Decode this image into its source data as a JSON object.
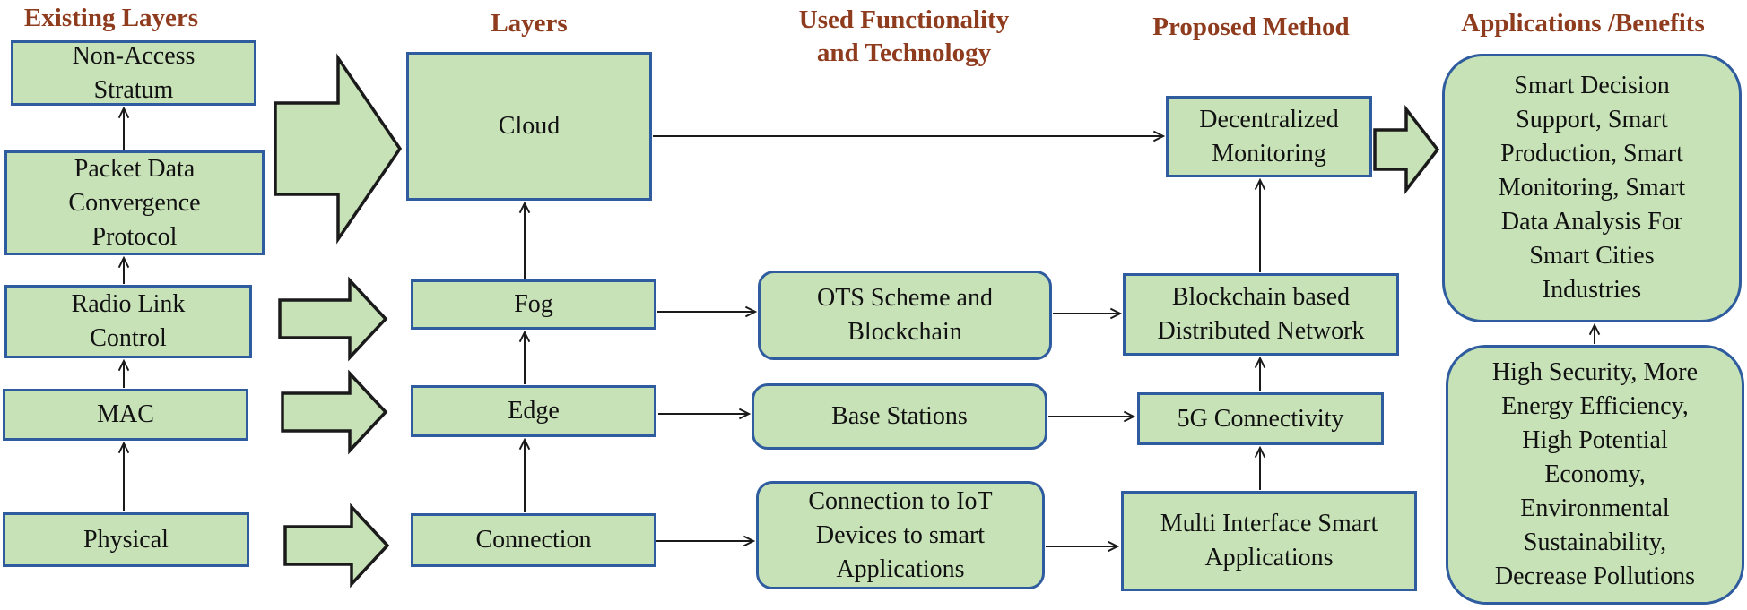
{
  "headers": {
    "existing": "Existing Layers",
    "layers": "Layers",
    "functionality": "Used Functionality\nand Technology",
    "proposed": "Proposed Method",
    "applications": "Applications /Benefits"
  },
  "boxes": {
    "nas": "Non-Access\nStratum",
    "pdcp": "Packet Data\nConvergence\nProtocol",
    "rlc": "Radio Link\nControl",
    "mac": "MAC",
    "physical": "Physical",
    "cloud": "Cloud",
    "fog": "Fog",
    "edge": "Edge",
    "connection": "Connection",
    "ots": "OTS Scheme and\nBlockchain",
    "base_stations": "Base Stations",
    "iot": "Connection to IoT\nDevices to smart\nApplications",
    "decentralized": "Decentralized\nMonitoring",
    "blockchain_network": "Blockchain based\nDistributed Network",
    "five_g": "5G Connectivity",
    "multi_interface": "Multi Interface Smart\nApplications",
    "apps_benefits_top": "Smart Decision\nSupport, Smart\nProduction, Smart\nMonitoring, Smart\nData Analysis For\nSmart Cities\nIndustries",
    "apps_benefits_bottom": "High Security, More\nEnergy Efficiency,\nHigh Potential\nEconomy,\nEnvironmental\nSustainability,\nDecrease Pollutions"
  },
  "colors": {
    "box_fill": "#C8E2B8",
    "box_border": "#2E5C9E",
    "header_text": "#8E3B1E",
    "arrow_stroke": "#1A1A1A"
  }
}
